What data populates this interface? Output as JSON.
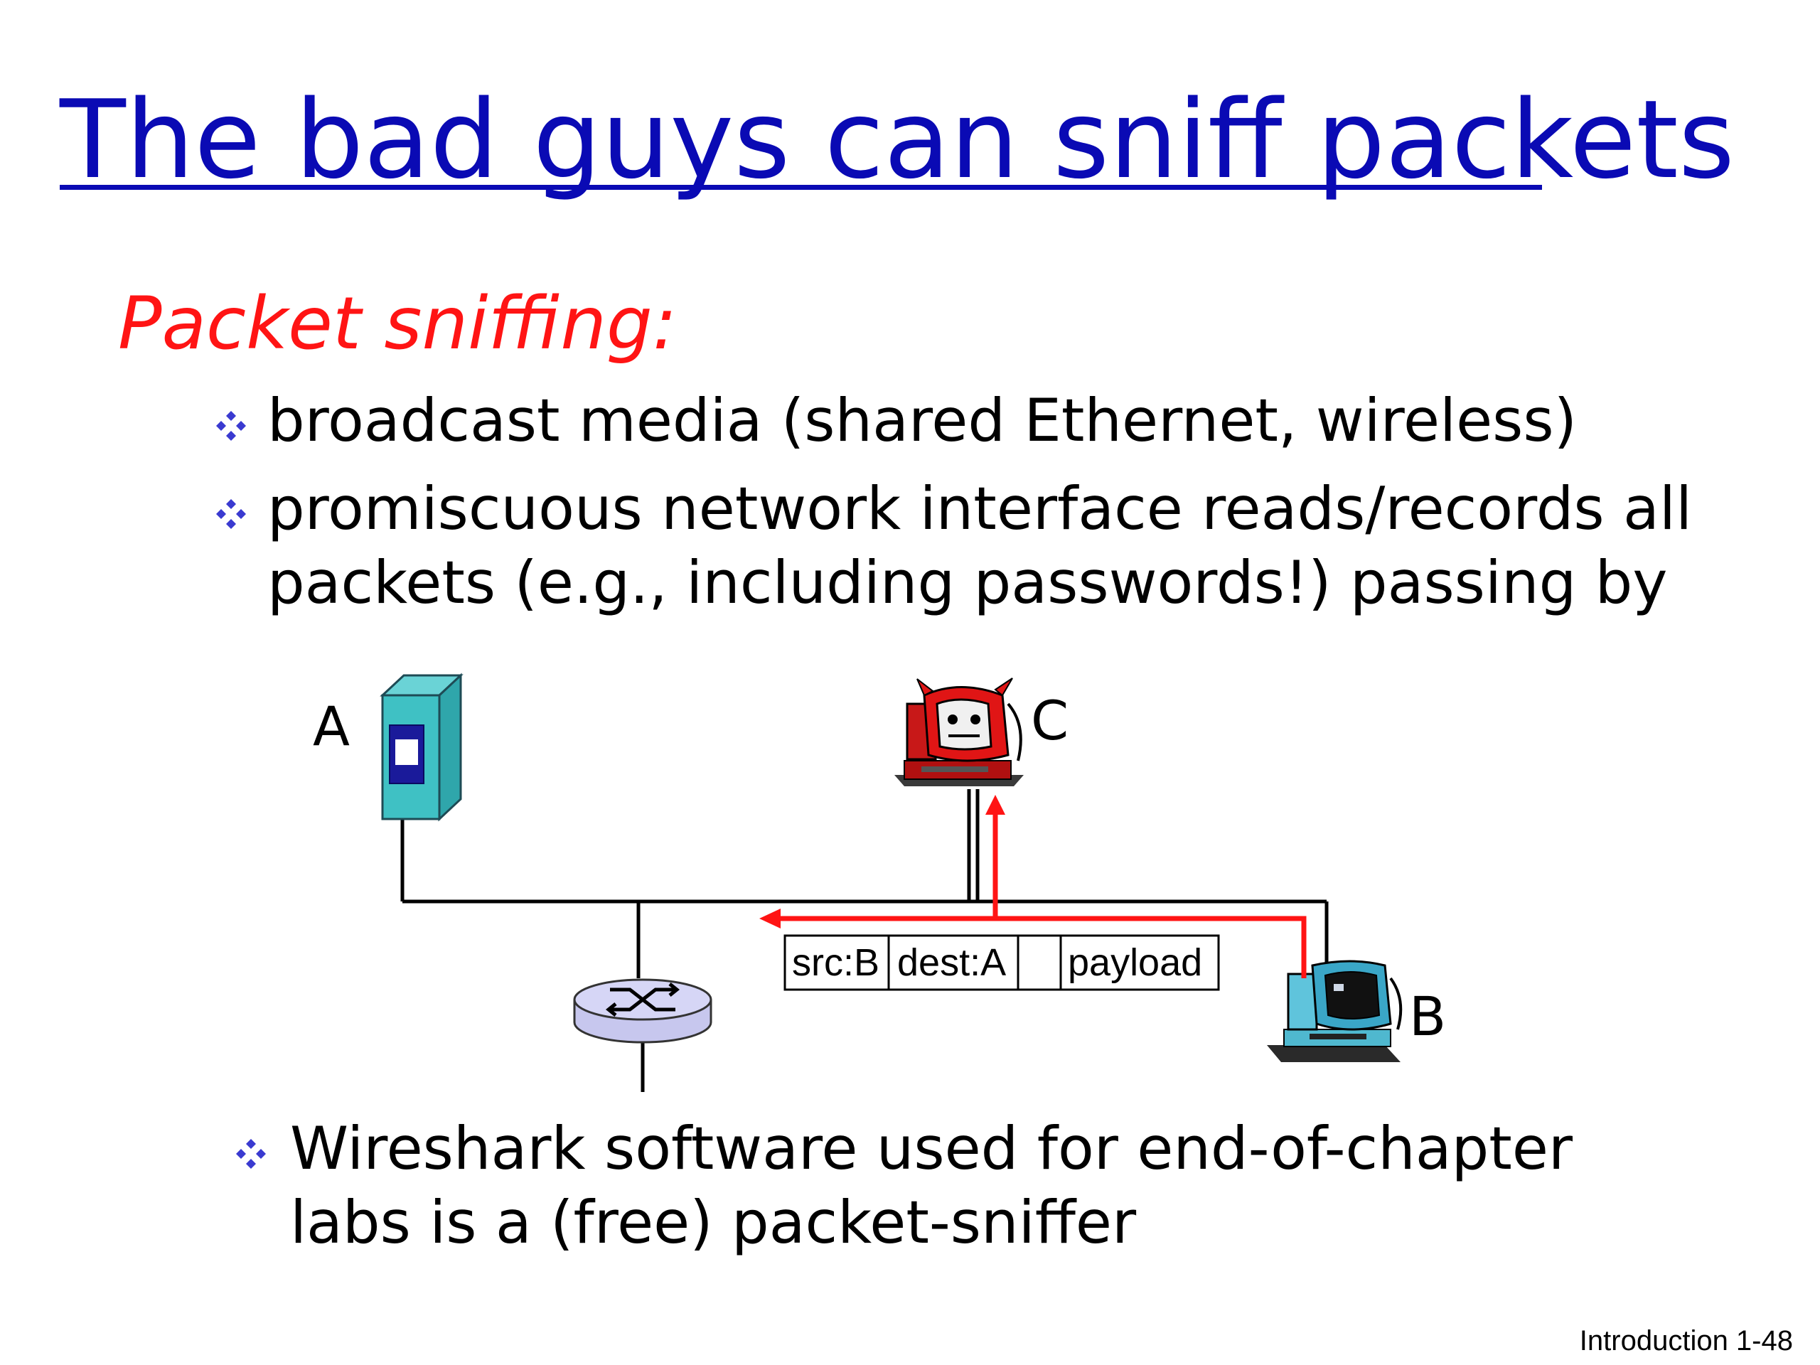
{
  "slide": {
    "title": "The bad guys can sniff packets",
    "subheading": "Packet sniffing:",
    "bullets": [
      "broadcast media (shared Ethernet, wireless)",
      "promiscuous network interface reads/records all",
      "packets (e.g., including passwords!) passing by"
    ],
    "bottom_bullet_line1": "Wireshark software used for end-of-chapter",
    "bottom_bullet_line2": "labs is a (free) packet-sniffer",
    "footer": "Introduction 1-48"
  },
  "diagram": {
    "node_a": "A",
    "node_b": "B",
    "node_c": "C",
    "packet": {
      "src": "src:B",
      "dest": "dest:A",
      "payload": "payload"
    }
  },
  "colors": {
    "title": "#0a0ab4",
    "subheading": "#ff1414",
    "arrow": "#ff1414",
    "bullet": "#3a3ad0"
  },
  "icons": {
    "bullet": "four-diamond-bullet-icon",
    "host_a": "server-tower-icon",
    "host_b": "desktop-computer-icon",
    "host_c": "evil-computer-icon",
    "router": "router-icon"
  }
}
